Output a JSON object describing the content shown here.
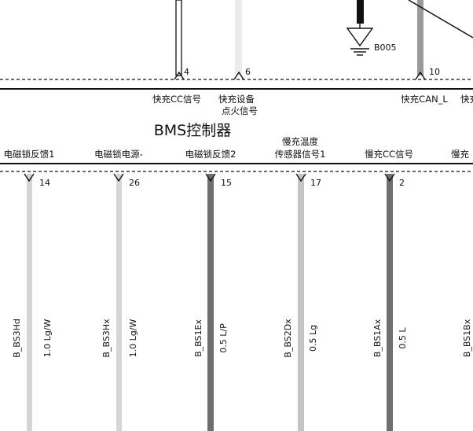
{
  "title": "BMS控制器",
  "ground": {
    "label": "B005"
  },
  "top_pins": [
    {
      "num": "4",
      "label": [
        "快充CC信号"
      ]
    },
    {
      "num": "6",
      "label": [
        "快充设备",
        "点火信号"
      ]
    },
    {
      "num": "10",
      "label": [
        "快充CAN_L"
      ]
    },
    {
      "num": "",
      "label": [
        "快充"
      ]
    }
  ],
  "bottom_pins": [
    {
      "num": "14",
      "label": [
        "电磁锁反馈1"
      ],
      "wire_id": "B_BS3Hd",
      "spec": "1.0 Lg/W",
      "color": "#d4d4d4"
    },
    {
      "num": "26",
      "label": [
        "电磁锁电源-"
      ],
      "wire_id": "B_BS3Hx",
      "spec": "1.0 Lg/W",
      "color": "#d6d6d6"
    },
    {
      "num": "15",
      "label": [
        "电磁锁反馈2"
      ],
      "wire_id": "B_BS1Ex",
      "spec": "0.5 L/P",
      "color": "#6e6e6e"
    },
    {
      "num": "17",
      "label": [
        "慢充温度",
        "传感器信号1"
      ],
      "wire_id": "B_BS2Dx",
      "spec": "0.5 Lg",
      "color": "#c4c4c4"
    },
    {
      "num": "2",
      "label": [
        "慢充CC信号"
      ],
      "wire_id": "B_BS1Ax",
      "spec": "0.5 L",
      "color": "#707070"
    },
    {
      "num": "",
      "label": [
        "慢充"
      ],
      "wire_id": "B_BS1Bx",
      "spec": "",
      "color": "#8a8a8a"
    }
  ]
}
